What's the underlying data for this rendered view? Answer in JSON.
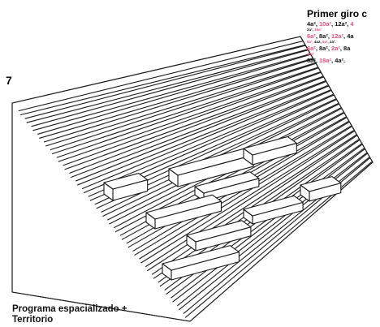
{
  "figure": {
    "number": "7",
    "caption_line1": "Programa espacializado +",
    "caption_line2": "Territorio"
  },
  "legend": {
    "title": "Primer giro c",
    "rows": [
      {
        "size": "normal",
        "parts": [
          {
            "text": "4a², ",
            "color": "black"
          },
          {
            "text": "10a²",
            "color": "pink"
          },
          {
            "text": ", 12a², ",
            "color": "black"
          },
          {
            "text": "4",
            "color": "pink"
          }
        ]
      },
      {
        "size": "tiny",
        "parts": [
          {
            "text": "2a², ",
            "color": "black"
          },
          {
            "text": "15a²",
            "color": "pink"
          }
        ]
      },
      {
        "size": "normal",
        "parts": [
          {
            "text": "6a²",
            "color": "pink"
          },
          {
            "text": ", 8a², ",
            "color": "black"
          },
          {
            "text": "12a²",
            "color": "pink"
          },
          {
            "text": ", 4a",
            "color": "black"
          }
        ]
      },
      {
        "size": "tiny",
        "parts": [
          {
            "text": "5a², ",
            "color": "pink"
          },
          {
            "text": "4a2, ",
            "color": "black"
          },
          {
            "text": "6a², ",
            "color": "pink"
          },
          {
            "text": "2a².",
            "color": "black"
          }
        ]
      },
      {
        "size": "normal",
        "parts": [
          {
            "text": "6a²",
            "color": "pink"
          },
          {
            "text": ", 8a², ",
            "color": "black"
          },
          {
            "text": "2a²",
            "color": "pink"
          },
          {
            "text": ", 8a",
            "color": "black"
          }
        ]
      },
      {
        "size": "tiny",
        "parts": [
          {
            "text": "10a²",
            "color": "pink"
          }
        ]
      },
      {
        "size": "normal",
        "parts": [
          {
            "text": "8a², ",
            "color": "black"
          },
          {
            "text": "18a²",
            "color": "pink"
          },
          {
            "text": ", 4a².",
            "color": "black"
          }
        ]
      }
    ]
  },
  "colors": {
    "line": "#1a1a1a",
    "highlight": "#e8507a",
    "background": "#ffffff"
  }
}
